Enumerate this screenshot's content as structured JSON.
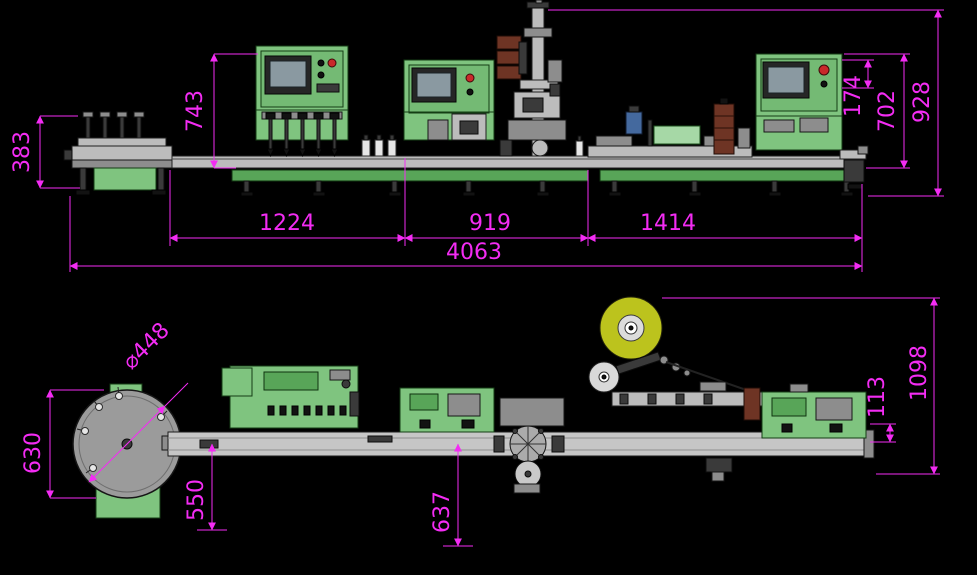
{
  "dims": {
    "infeed_height": "383",
    "cabinet_height": "743",
    "right_upper": "174",
    "machine_height_right": "702",
    "overall_height": "928",
    "filler_span": "1224",
    "capper_span": "919",
    "labeler_span": "1414",
    "overall_length": "4063",
    "turntable_diameter": "⌀448",
    "turntable_depth": "630",
    "filler_front_depth": "550",
    "capper_front_depth": "637",
    "conveyor_offset": "113",
    "overall_depth": "1098"
  },
  "colors": {
    "background": "#000000",
    "dimension_magenta": "#f32cf3",
    "machine_green": "#7fc47f",
    "conveyor_gray": "#bcbcbc",
    "reel_yellow": "#bcc31d",
    "detail_brown": "#6e3424"
  }
}
